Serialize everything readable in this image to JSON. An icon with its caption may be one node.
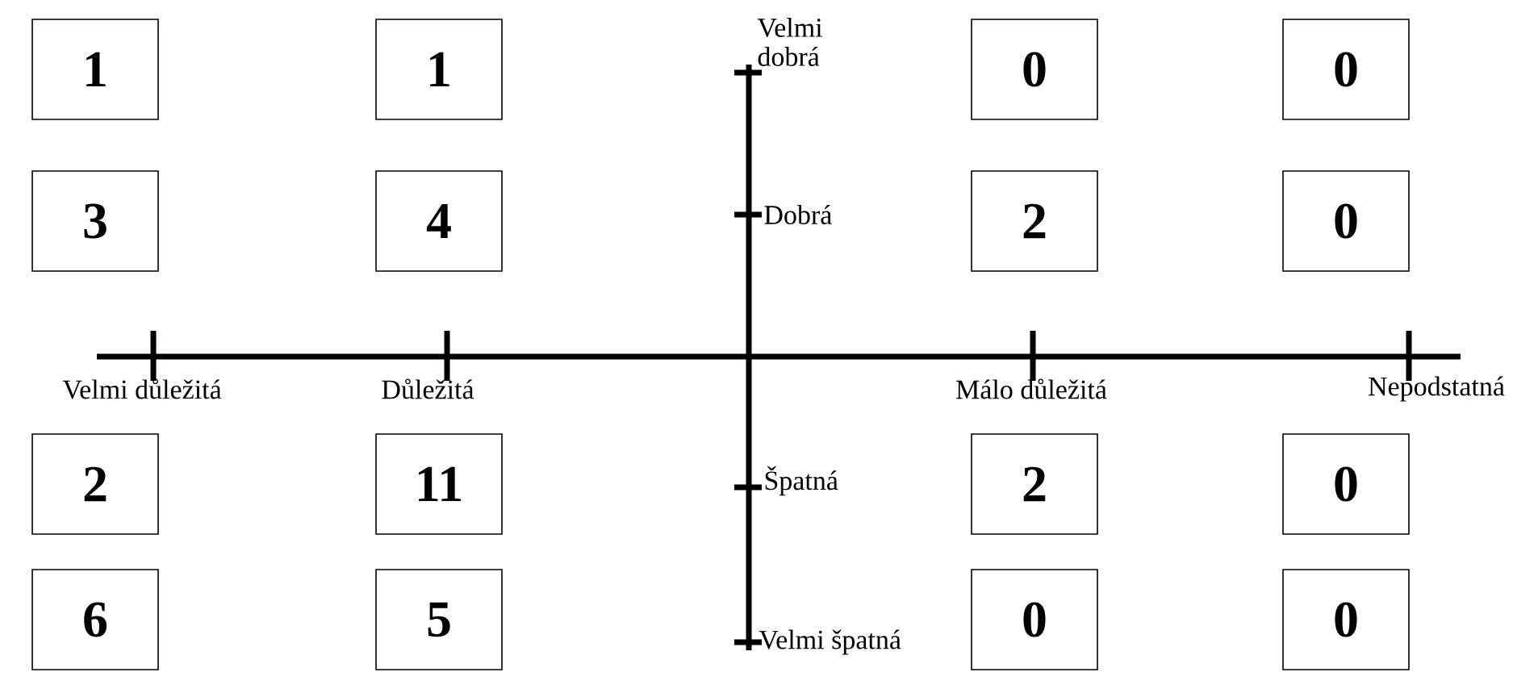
{
  "diagram": {
    "nodes": [
      {
        "text": [
          "1"
        ]
      },
      {
        "text": [
          "1"
        ]
      },
      {
        "text": [
          "0"
        ]
      },
      {
        "text": [
          "0"
        ]
      },
      {
        "text": [
          "3"
        ]
      },
      {
        "text": [
          "4"
        ]
      },
      {
        "text": [
          "2"
        ]
      },
      {
        "text": [
          "0"
        ]
      },
      {
        "text": [
          "2"
        ]
      },
      {
        "text": [
          "11"
        ]
      },
      {
        "text": [
          "2"
        ]
      },
      {
        "text": [
          "0"
        ]
      },
      {
        "text": [
          "6"
        ]
      },
      {
        "text": [
          "5"
        ]
      },
      {
        "text": [
          "0"
        ]
      },
      {
        "text": [
          "0"
        ]
      }
    ],
    "labels": [
      "Velmi dobrá",
      "Dobrá",
      "Velmi důležitá",
      "Důležitá",
      "Málo důležitá",
      "Nepodstatná",
      "Špatná",
      "Velmi špatná"
    ]
  }
}
